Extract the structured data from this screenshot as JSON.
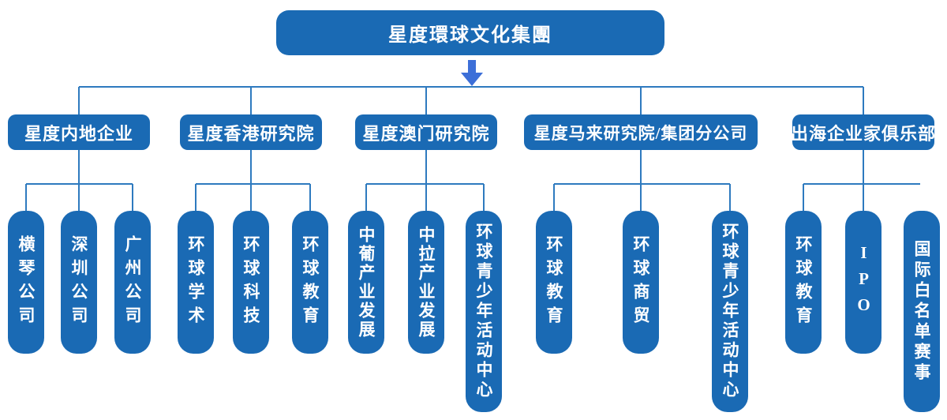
{
  "colors": {
    "node_fill": "#1a6ab4",
    "node_text": "#ffffff",
    "connector": "#2e7abf",
    "arrow": "#3d6fd8"
  },
  "root": {
    "label": "星度環球文化集團"
  },
  "branches": [
    {
      "label": "星度内地企业",
      "children": [
        "横琴公司",
        "深圳公司",
        "广州公司"
      ]
    },
    {
      "label": "星度香港研究院",
      "children": [
        "环球学术",
        "环球科技",
        "环球教育"
      ]
    },
    {
      "label": "星度澳门研究院",
      "children": [
        "中葡产业发展",
        "中拉产业发展",
        "环球青少年活动中心"
      ]
    },
    {
      "label": "星度马来研究院/集团分公司",
      "children": [
        "环球教育",
        "环球商贸",
        "环球青少年活动中心"
      ]
    },
    {
      "label": "出海企业家俱乐部",
      "children": [
        "环球教育",
        "IPO",
        "国际白名单赛事"
      ]
    }
  ]
}
